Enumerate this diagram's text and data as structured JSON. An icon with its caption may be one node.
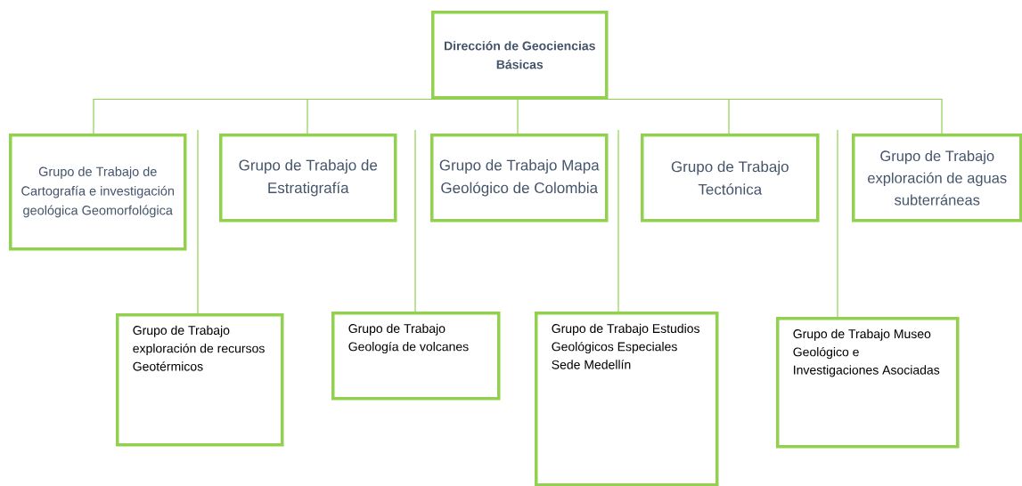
{
  "diagram": {
    "nodes": [
      {
        "text": [
          "Dirección de Geociencias Básicas"
        ]
      },
      {
        "text": [
          "Grupo de Trabajo de Cartografía e investigación geológica Geomorfológica"
        ]
      },
      {
        "text": [
          "Grupo de Trabajo de Estratigrafía"
        ]
      },
      {
        "text": [
          "Grupo de Trabajo Mapa Geológico de Colombia"
        ]
      },
      {
        "text": [
          "Grupo de Trabajo Tectónica"
        ]
      },
      {
        "text": [
          "Grupo de Trabajo exploración de aguas subterráneas"
        ]
      },
      {
        "text": [
          "Grupo de Trabajo exploración de recursos Geotérmicos"
        ]
      },
      {
        "text": [
          "Grupo de Trabajo Geología de volcanes"
        ]
      },
      {
        "text": [
          "Grupo de Trabajo Estudios Geológicos Especiales Sede Medellín"
        ]
      },
      {
        "text": [
          "Grupo de Trabajo Museo Geológico e Investigaciones Asociadas"
        ]
      }
    ],
    "edges": [
      {
        "from": 0,
        "to": 1,
        "arrow": "none"
      },
      {
        "from": 0,
        "to": 2,
        "arrow": "none"
      },
      {
        "from": 0,
        "to": 3,
        "arrow": "none"
      },
      {
        "from": 0,
        "to": 4,
        "arrow": "none"
      },
      {
        "from": 0,
        "to": 5,
        "arrow": "none"
      },
      {
        "from": null,
        "to": 6,
        "arrow": "none"
      },
      {
        "from": null,
        "to": 7,
        "arrow": "none"
      },
      {
        "from": null,
        "to": 8,
        "arrow": "none"
      },
      {
        "from": null,
        "to": 9,
        "arrow": "none"
      }
    ]
  }
}
